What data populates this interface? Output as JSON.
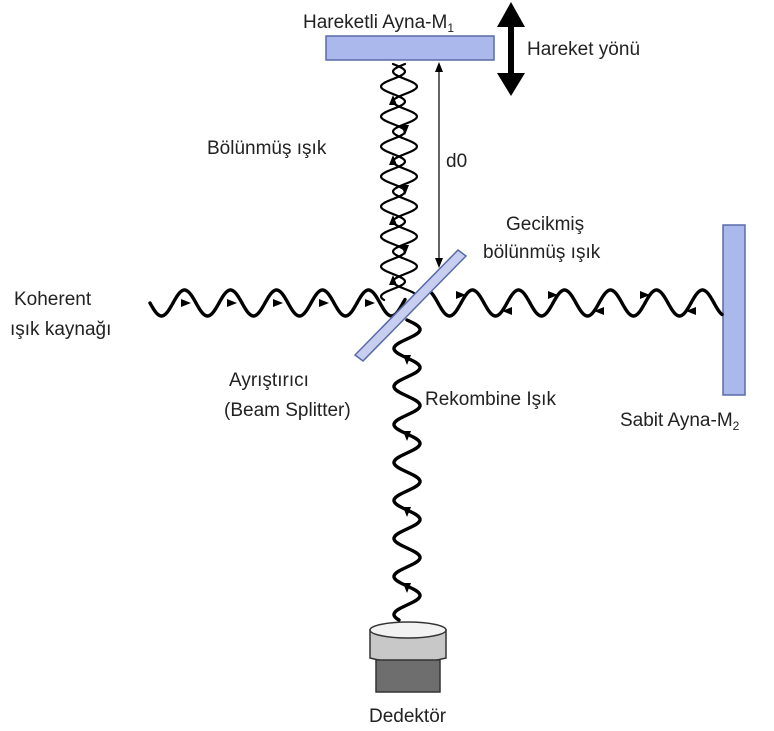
{
  "labels": {
    "moving_mirror": "Hareketli Ayna-M",
    "moving_mirror_sub": "1",
    "motion_direction": "Hareket yönü",
    "split_light": "Bölünmüş ışık",
    "distance": "d0",
    "delayed_split_light_line1": "Gecikmiş",
    "delayed_split_light_line2": "bölünmüş ışık",
    "coherent_source_line1": "Koherent",
    "coherent_source_line2": "ışık kaynağı",
    "beam_splitter_line1": "Ayrıştırıcı",
    "beam_splitter_line2": "(Beam Splitter)",
    "recombined_light": "Rekombine Işık",
    "fixed_mirror": "Sabit Ayna-M",
    "fixed_mirror_sub": "2",
    "detector": "Dedektör"
  },
  "colors": {
    "mirror_fill": "#aab8ec",
    "mirror_stroke": "#5a6aa8",
    "splitter_fill": "#c7cef0",
    "detector_dark": "#6e6e6e",
    "detector_light": "#c8c8c8",
    "wave": "#000000"
  }
}
